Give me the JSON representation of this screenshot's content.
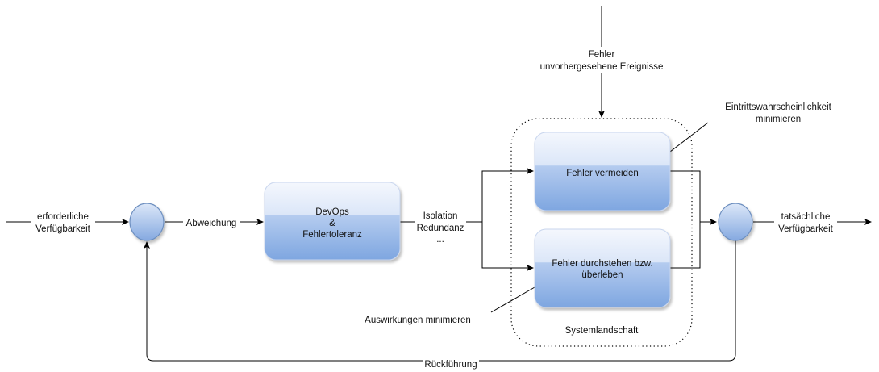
{
  "diagram": {
    "type": "control-loop",
    "nodes": {
      "sum_left": {
        "label": ""
      },
      "devops": {
        "lines": [
          "DevOps",
          "&",
          "Fehlertoleranz"
        ]
      },
      "avoid": {
        "lines": [
          "Fehler vermeiden"
        ]
      },
      "survive": {
        "lines": [
          "Fehler durchstehen bzw.",
          "überleben"
        ]
      },
      "sum_right": {
        "label": ""
      },
      "container": {
        "label": "Systemlandschaft"
      }
    },
    "edges": {
      "input": {
        "lines": [
          "erforderliche",
          "Verfügbarkeit"
        ]
      },
      "deviation": {
        "lines": [
          "Abweichung"
        ]
      },
      "measures": {
        "lines": [
          "Isolation",
          "Redundanz",
          "..."
        ]
      },
      "disturbance": {
        "lines": [
          "Fehler",
          "unvorhergesehene Ereignisse"
        ]
      },
      "output": {
        "lines": [
          "tatsächliche",
          "Verfügbarkeit"
        ]
      },
      "feedback": {
        "lines": [
          "Rückführung"
        ]
      }
    },
    "annotations": {
      "probability": {
        "lines": [
          "Eintrittswahrscheinlichkeit",
          "minimieren"
        ]
      },
      "impact": {
        "lines": [
          "Auswirkungen minimieren"
        ]
      }
    },
    "colors": {
      "node_top": "#e8eefa",
      "node_bottom": "#7ea6e0",
      "node_stroke": "#6c8ebf",
      "line": "#000000"
    }
  }
}
